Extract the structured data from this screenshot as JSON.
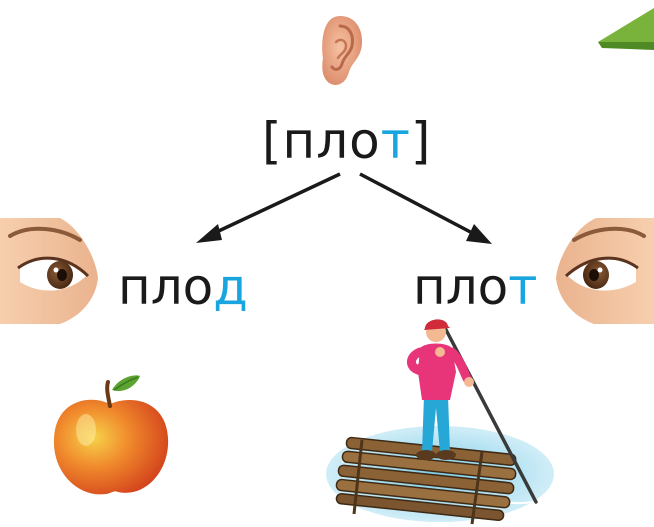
{
  "transcription": {
    "open_bracket": "[",
    "stem": "пло",
    "final_sound": "т",
    "close_bracket": "]"
  },
  "words": [
    {
      "stem": "пло",
      "ending": "д"
    },
    {
      "stem": "пло",
      "ending": "т"
    }
  ],
  "icons": {
    "ear": "ear-icon",
    "eye_left": "eye-icon",
    "eye_right": "eye-icon",
    "apple": "apple-icon",
    "raft": "raft-icon",
    "corner_shape": "triangle-icon"
  },
  "colors": {
    "text": "#1a1a1a",
    "accent": "#19a6e0",
    "arrow": "#1a1a1a"
  }
}
